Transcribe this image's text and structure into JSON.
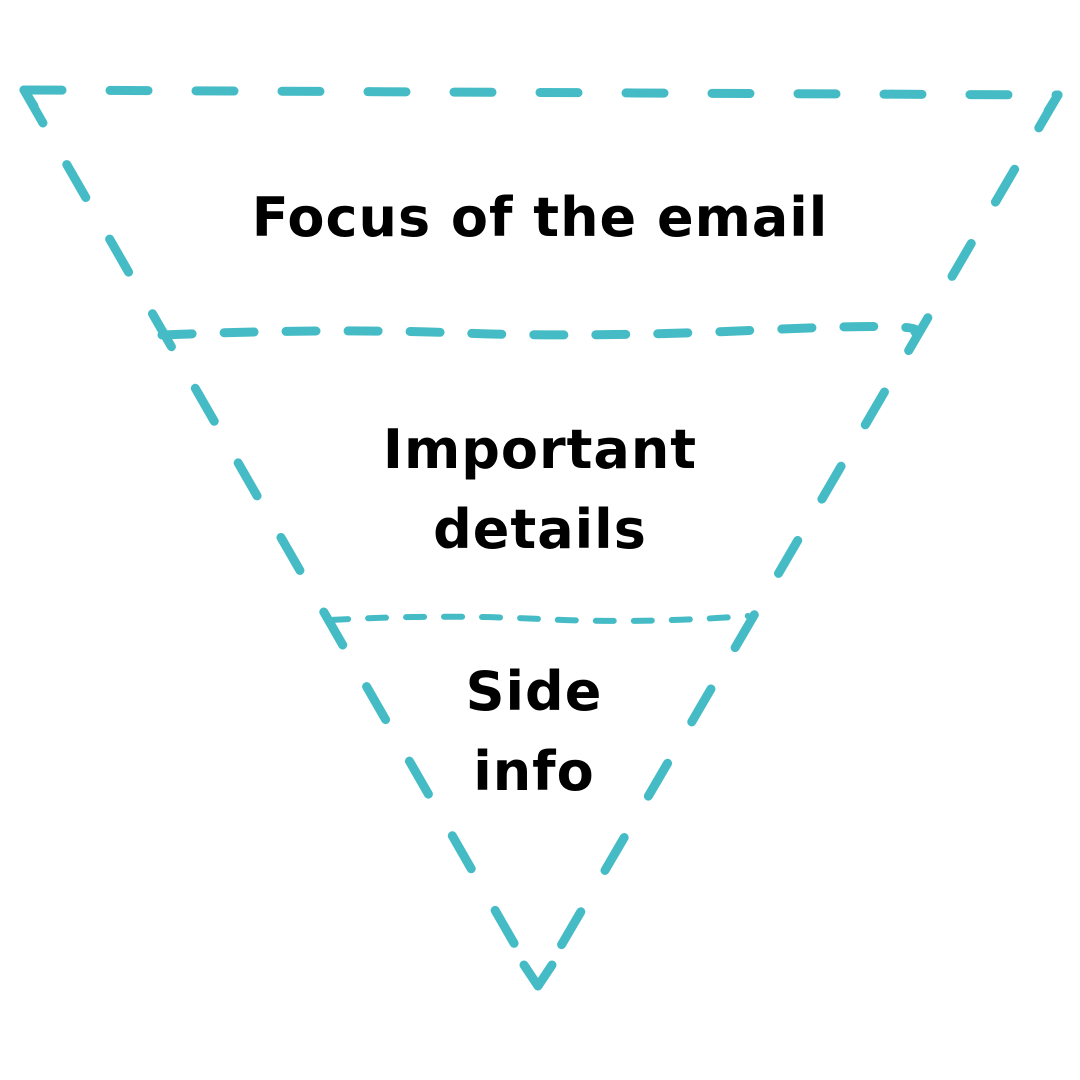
{
  "colors": {
    "line": "#45BCC5",
    "text": "#000000",
    "background": "#FFFFFF"
  },
  "diagram": {
    "type": "inverted-funnel",
    "tiers": [
      {
        "id": "top",
        "lines": [
          "Focus of the email"
        ]
      },
      {
        "id": "middle",
        "lines": [
          "Important",
          "details"
        ]
      },
      {
        "id": "bottom",
        "lines": [
          "Side",
          "info"
        ]
      }
    ]
  }
}
